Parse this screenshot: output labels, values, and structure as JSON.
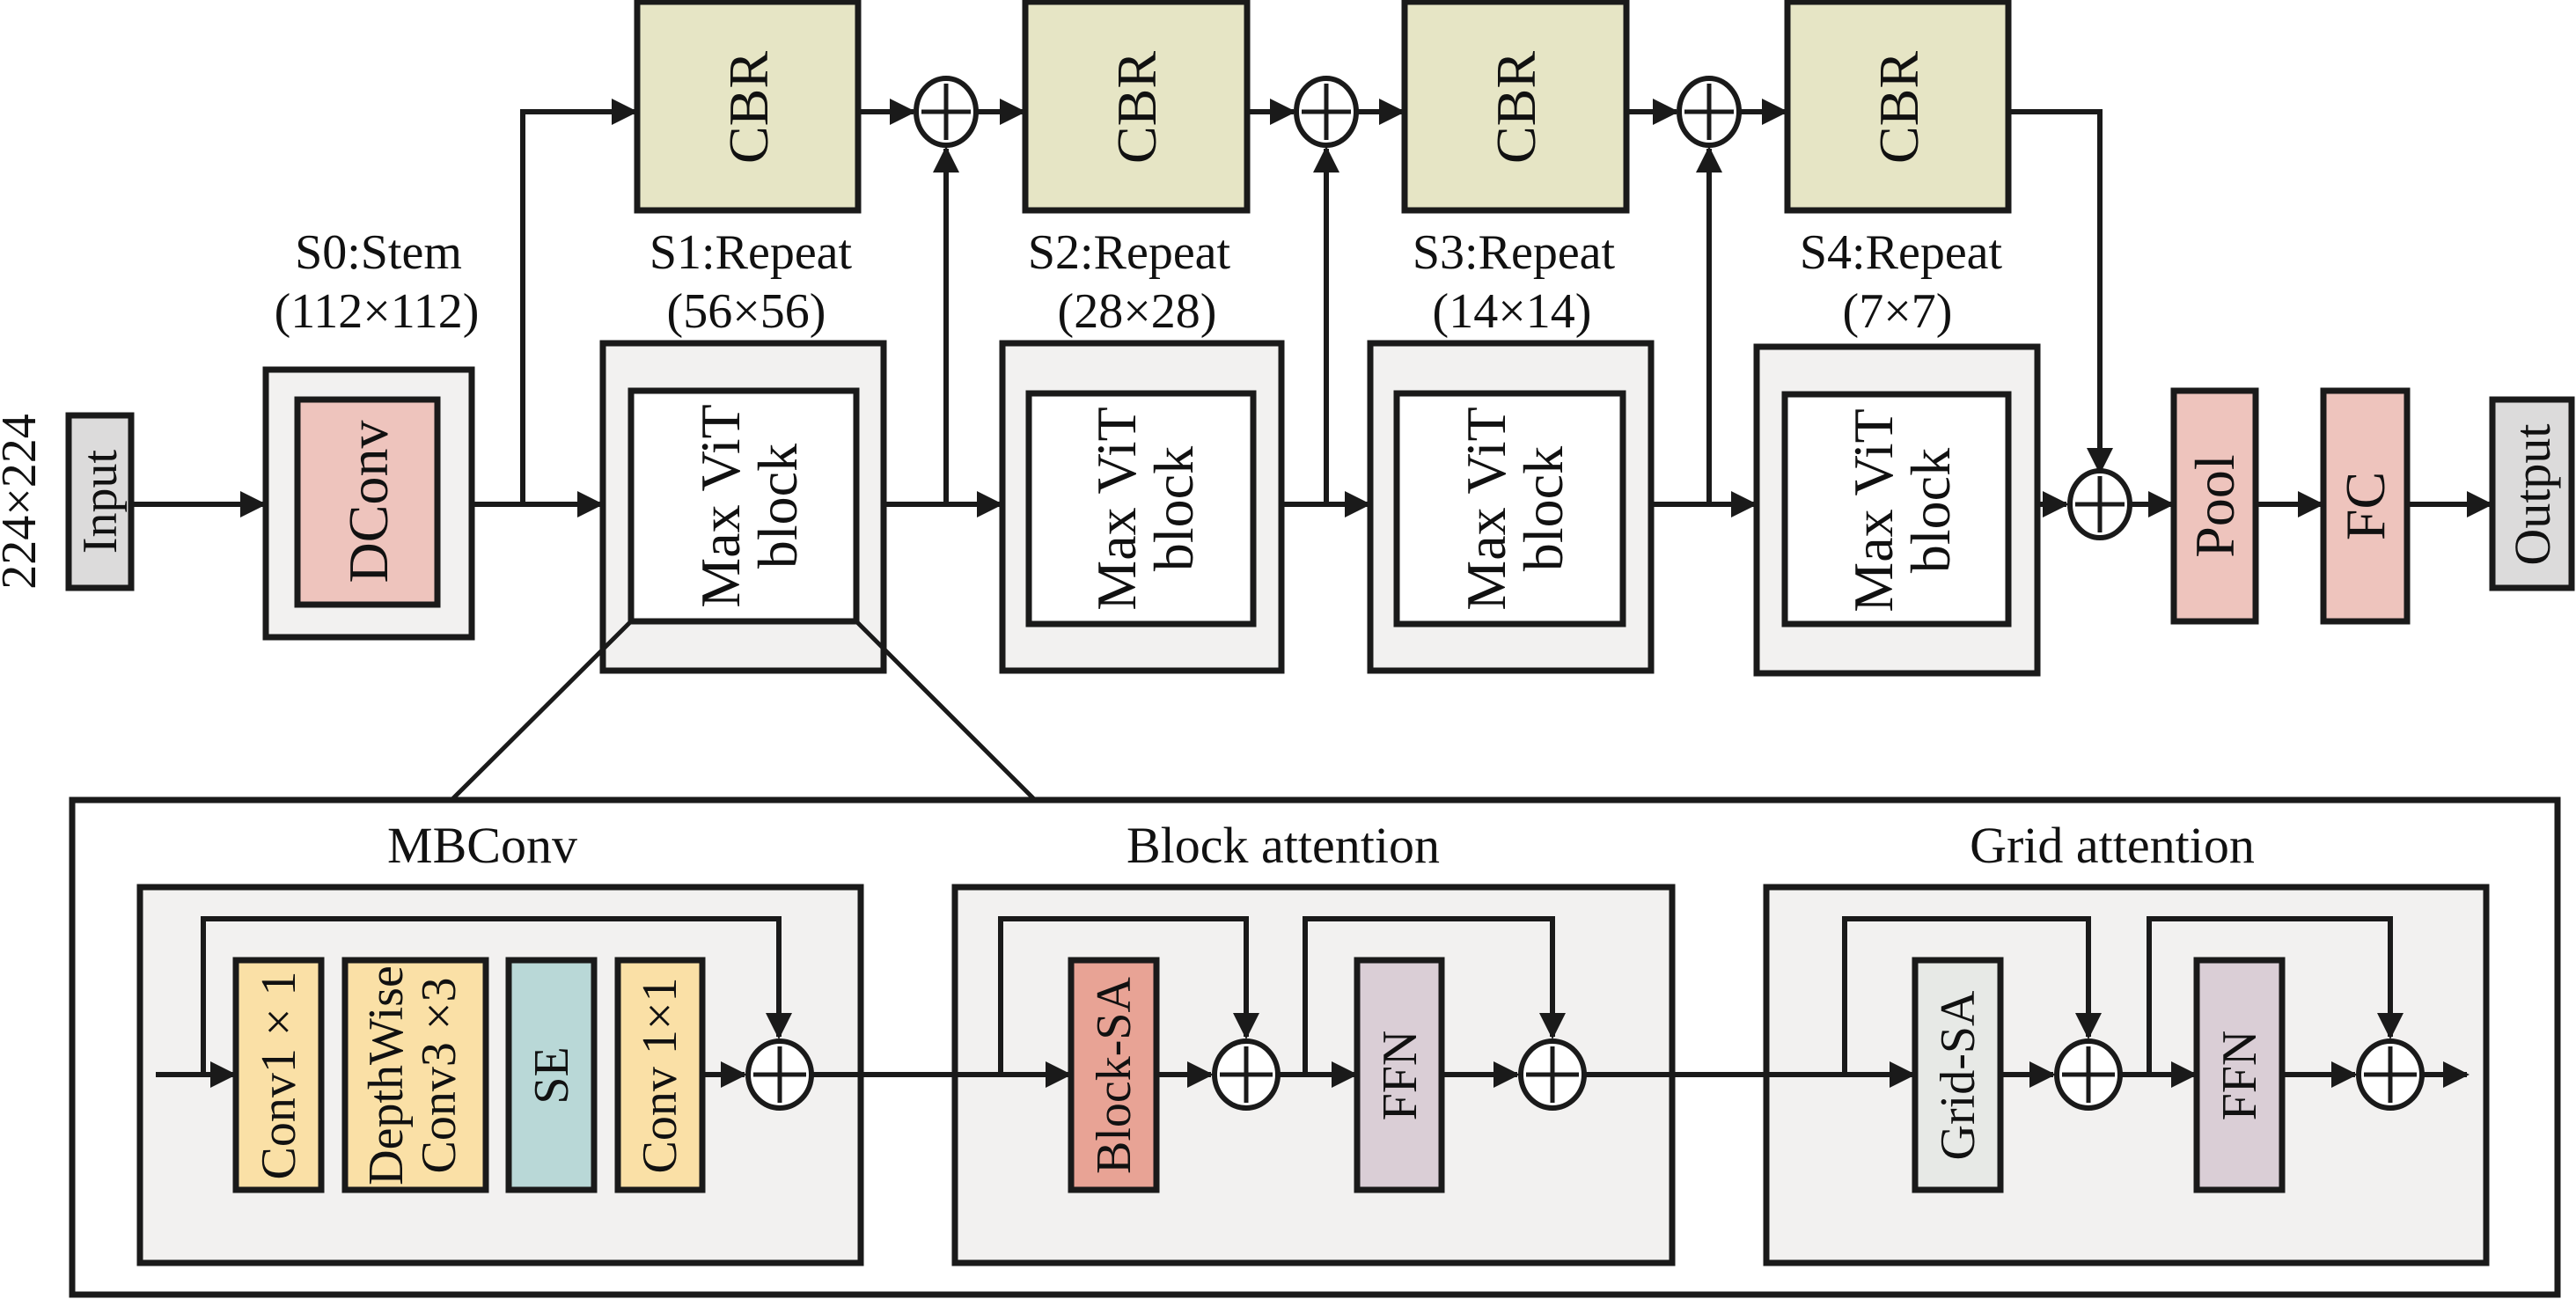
{
  "figure": {
    "input_size_label": "224×224",
    "input_label": "Input",
    "output_label": "Output",
    "stem": {
      "name": "S0:Stem",
      "resolution": "(112×112)",
      "block_label": "DConv"
    },
    "stages": [
      {
        "name": "S1:Repeat",
        "resolution": "(56×56)",
        "block_label_line1": "Max ViT",
        "block_label_line2": "block",
        "cbr_label": "CBR"
      },
      {
        "name": "S2:Repeat",
        "resolution": "(28×28)",
        "block_label_line1": "Max ViT",
        "block_label_line2": "block",
        "cbr_label": "CBR"
      },
      {
        "name": "S3:Repeat",
        "resolution": "(14×14)",
        "block_label_line1": "Max ViT",
        "block_label_line2": "block",
        "cbr_label": "CBR"
      },
      {
        "name": "S4:Repeat",
        "resolution": "(7×7)",
        "block_label_line1": "Max ViT",
        "block_label_line2": "block",
        "cbr_label": "CBR"
      }
    ],
    "head": {
      "pool_label": "Pool",
      "fc_label": "FC"
    },
    "detail": {
      "mbconv": {
        "title": "MBConv",
        "layers": [
          {
            "line1": "Conv1 × 1",
            "line2": ""
          },
          {
            "line1": "DepthWise",
            "line2": "Conv3 ×3"
          },
          {
            "line1": "SE",
            "line2": ""
          },
          {
            "line1": "Conv 1×1",
            "line2": ""
          }
        ]
      },
      "block_attention": {
        "title": "Block attention",
        "sa_label": "Block-SA",
        "ffn_label": "FFN"
      },
      "grid_attention": {
        "title": "Grid attention",
        "sa_label": "Grid-SA",
        "ffn_label": "FFN"
      }
    },
    "colors": {
      "cbr": "#E6E5C5",
      "stage_bg": "#F2F1F0",
      "pink": "#EEC4BD",
      "gray_io": "#DCDBDB",
      "conv_yellow": "#FAE0A6",
      "se_teal": "#B9D8D7",
      "block_sa": "#E8A395",
      "ffn": "#DACED6",
      "grid_sa": "#E7E9E6"
    }
  }
}
